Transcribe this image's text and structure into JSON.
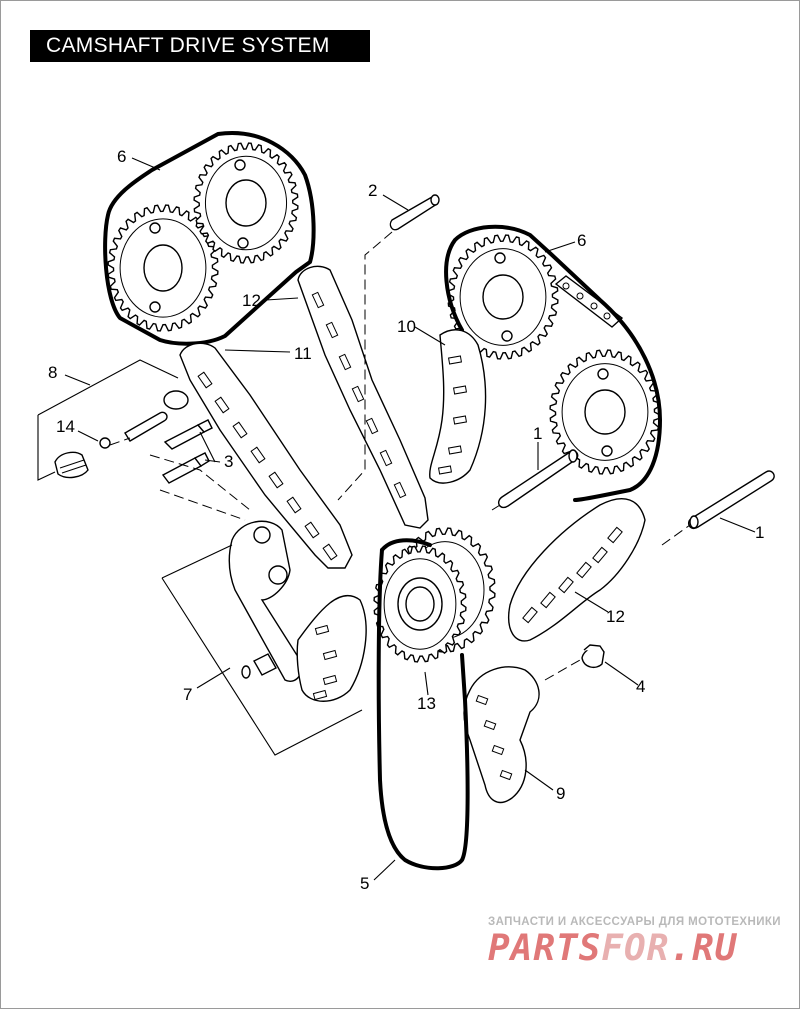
{
  "title": "CAMSHAFT DRIVE SYSTEM",
  "callouts": {
    "c6a": "6",
    "c2": "2",
    "c12a": "12",
    "c11": "11",
    "c10": "10",
    "c6b": "6",
    "c8": "8",
    "c14": "14",
    "c3": "3",
    "c1a": "1",
    "c1b": "1",
    "c12b": "12",
    "c4": "4",
    "c7": "7",
    "c13": "13",
    "c9": "9",
    "c5": "5"
  },
  "watermark": {
    "tagline": "ЗАПЧАСТИ И АКСЕССУАРЫ ДЛЯ МОТОТЕХНИКИ",
    "logo_a": "PARTS",
    "logo_b": "FOR",
    "logo_c": ".RU"
  }
}
